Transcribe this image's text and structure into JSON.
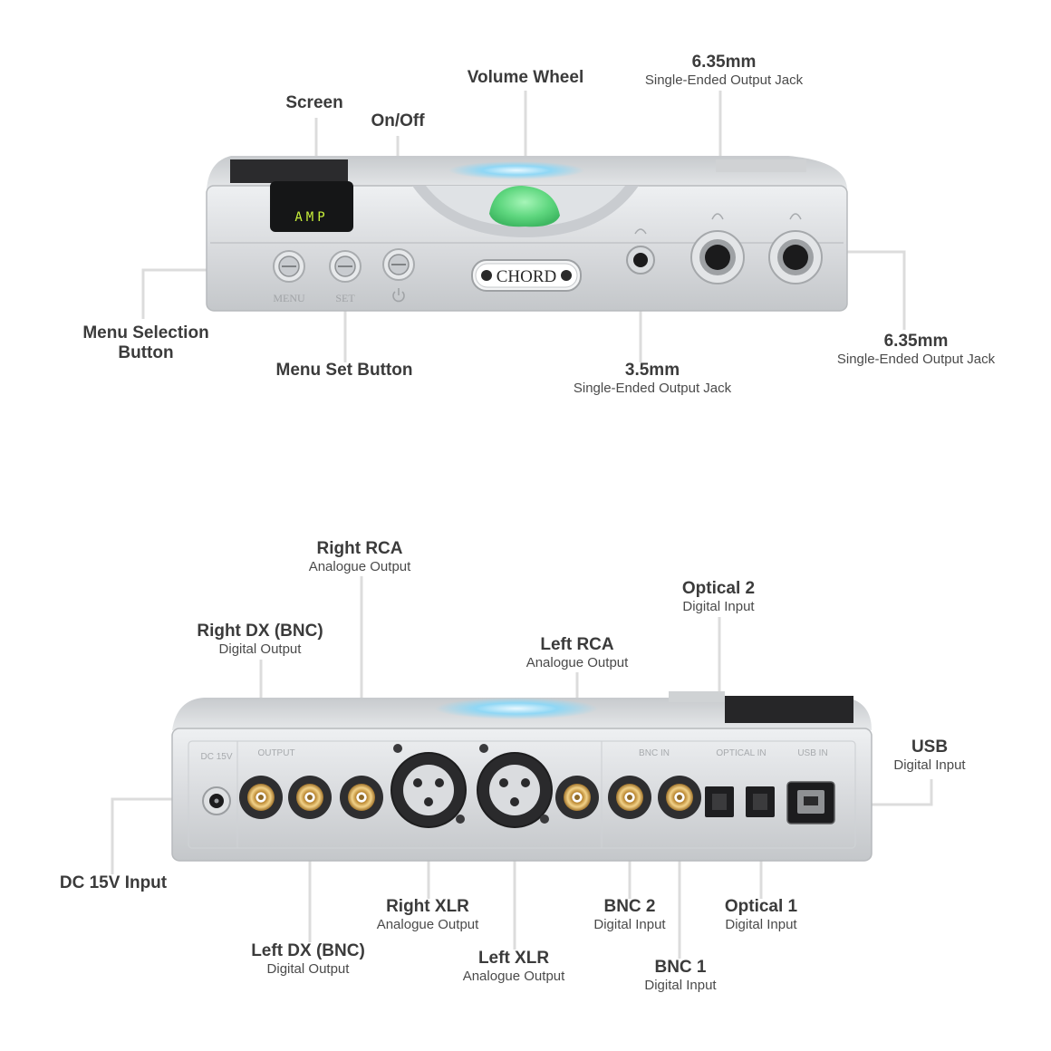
{
  "front": {
    "screen_text": "AMP",
    "brand": "CHORD",
    "button_labels": {
      "menu": "MENU",
      "set": "SET"
    },
    "callouts": {
      "screen": {
        "title": "Screen"
      },
      "onoff": {
        "title": "On/Off"
      },
      "volume": {
        "title": "Volume Wheel"
      },
      "jack635_top": {
        "title": "6.35mm",
        "sub": "Single-Ended Output Jack"
      },
      "menu_sel": {
        "title": "Menu Selection",
        "title2": "Button"
      },
      "menu_set": {
        "title": "Menu Set Button"
      },
      "jack35": {
        "title": "3.5mm",
        "sub": "Single-Ended Output Jack"
      },
      "jack635_right": {
        "title": "6.35mm",
        "sub": "Single-Ended Output Jack"
      }
    }
  },
  "rear": {
    "panel_labels": {
      "dc": "DC 15V",
      "output": "OUTPUT",
      "bnc_in": "BNC IN",
      "optical_in": "OPTICAL IN",
      "usb_in": "USB IN"
    },
    "callouts": {
      "right_rca": {
        "title": "Right RCA",
        "sub": "Analogue Output"
      },
      "optical2": {
        "title": "Optical 2",
        "sub": "Digital Input"
      },
      "right_dx": {
        "title": "Right DX (BNC)",
        "sub": "Digital Output"
      },
      "left_rca": {
        "title": "Left RCA",
        "sub": "Analogue Output"
      },
      "usb": {
        "title": "USB",
        "sub": "Digital Input"
      },
      "dc": {
        "title": "DC 15V Input"
      },
      "right_xlr": {
        "title": "Right XLR",
        "sub": "Analogue Output"
      },
      "bnc2": {
        "title": "BNC 2",
        "sub": "Digital Input"
      },
      "optical1": {
        "title": "Optical 1",
        "sub": "Digital Input"
      },
      "left_dx": {
        "title": "Left DX (BNC)",
        "sub": "Digital Output"
      },
      "left_xlr": {
        "title": "Left XLR",
        "sub": "Analogue Output"
      },
      "bnc1": {
        "title": "BNC 1",
        "sub": "Digital Input"
      }
    }
  },
  "colors": {
    "body": "#d9dbdd",
    "edge": "#b9bcbf",
    "volume": "#6fe08d",
    "gold": "#c9a24a",
    "leader": "#dedede"
  }
}
